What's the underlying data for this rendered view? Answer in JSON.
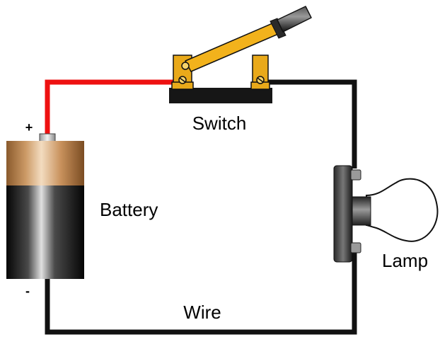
{
  "labels": {
    "switch": "Switch",
    "battery": "Battery",
    "lamp": "Lamp",
    "wire": "Wire",
    "positive": "+",
    "negative": "-"
  },
  "colors": {
    "positive_wire": "#ee1111",
    "wire": "#111111",
    "switch_handle": "#f2b21c",
    "switch_terminals": "#e9a91a",
    "battery_top": "#c8915c",
    "battery_body": "#1a1a1a"
  }
}
